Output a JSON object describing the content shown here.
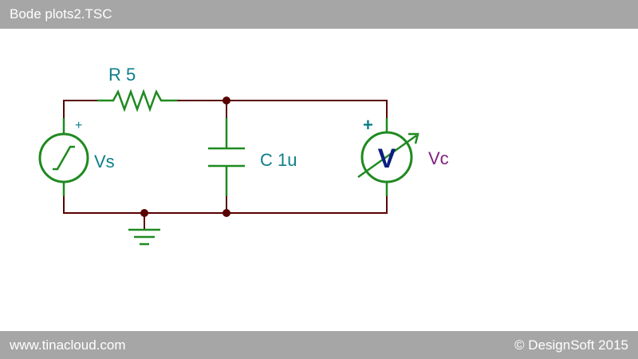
{
  "window": {
    "title": "Bode plots2.TSC"
  },
  "footer": {
    "url": "www.tinacloud.com",
    "copyright": "© DesignSoft 2015"
  },
  "circuit": {
    "resistor": {
      "name": "R",
      "value": "5"
    },
    "capacitor": {
      "name": "C",
      "value": "1u"
    },
    "source": {
      "name": "Vs",
      "polarity": "+"
    },
    "voltmeter": {
      "name": "Vc",
      "symbol": "V",
      "polarity": "+"
    }
  },
  "colors": {
    "wire": "#5a0000",
    "component": "#1f8a1f",
    "label": "#0c7f8a",
    "voltmeter_label": "#7f1f7f",
    "voltmeter_symbol": "#0b1f80",
    "bar": "#a6a6a6"
  }
}
